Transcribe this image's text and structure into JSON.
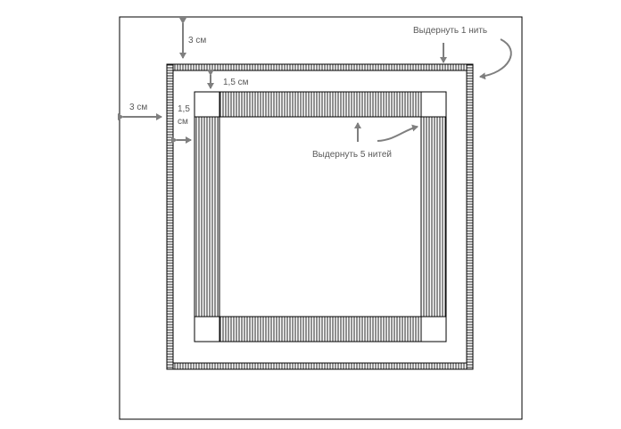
{
  "labels": {
    "top_margin": "3 см",
    "left_margin": "3  см",
    "inner_top": "1,5 см",
    "inner_left_line1": "1,5",
    "inner_left_line2": "см",
    "pull_one": "Выдернуть 1 нить",
    "pull_five": "Выдернуть 5 нитей"
  },
  "colors": {
    "outline": "#000000",
    "hatch": "#222222",
    "arrow": "#7f7f7f",
    "label": "#595959"
  }
}
